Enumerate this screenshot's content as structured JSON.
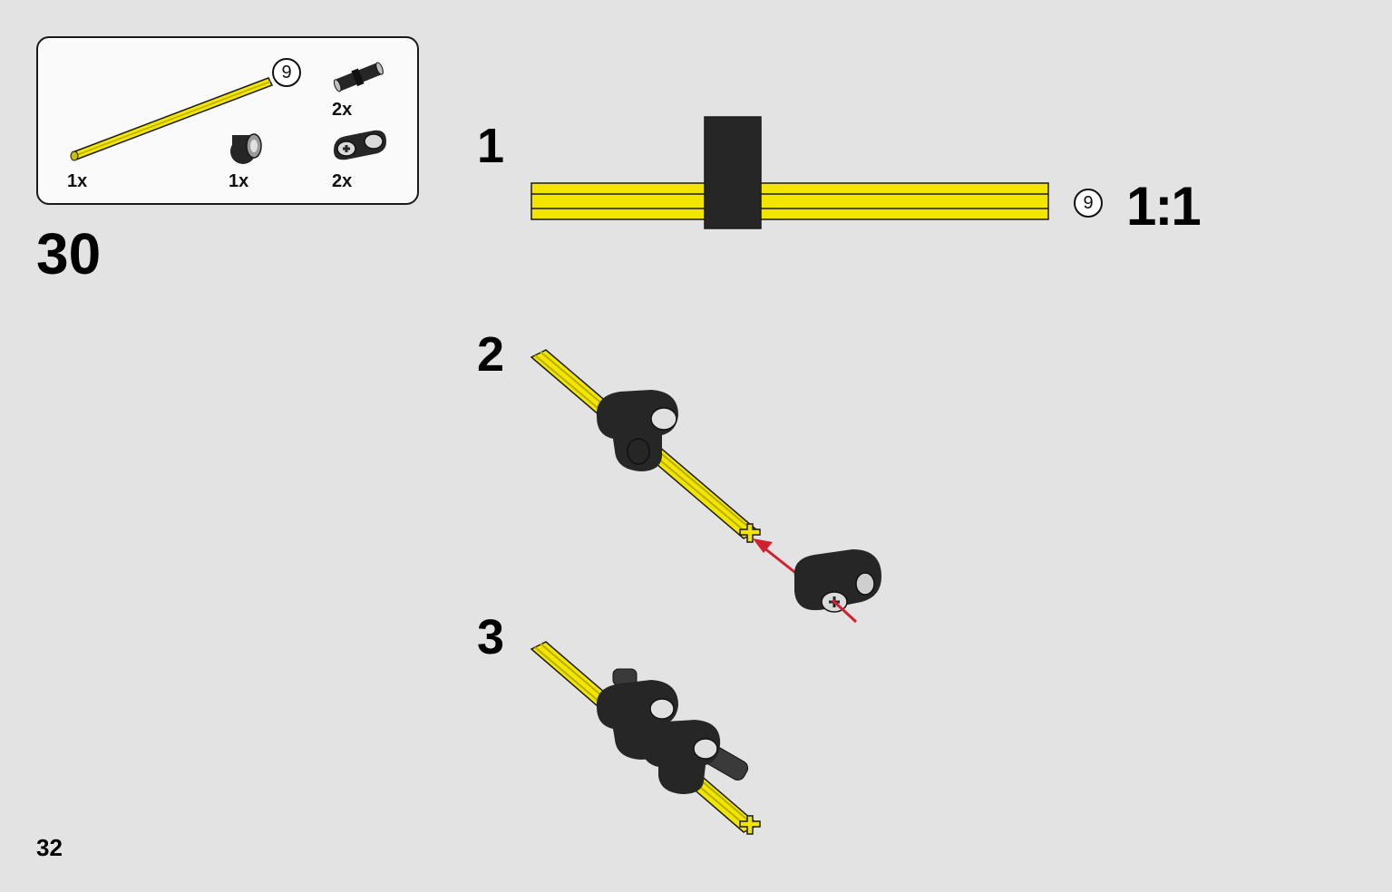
{
  "parts_list": {
    "items": [
      {
        "name": "axle-9-yellow",
        "quantity": "1x",
        "length_label": "9"
      },
      {
        "name": "bush-black",
        "quantity": "1x"
      },
      {
        "name": "pin-with-friction-black",
        "quantity": "2x"
      },
      {
        "name": "beam-2-black",
        "quantity": "2x"
      }
    ]
  },
  "step": {
    "number": "30"
  },
  "substeps": [
    {
      "number": "1"
    },
    {
      "number": "2"
    },
    {
      "number": "3"
    }
  ],
  "scale": {
    "axle_length_label": "9",
    "ratio_label": "1:1"
  },
  "page": {
    "number": "32"
  },
  "colors": {
    "background": "#e3e3e3",
    "axle_yellow": "#f2e600",
    "part_black": "#262626",
    "arrow_red": "#d2202f"
  }
}
